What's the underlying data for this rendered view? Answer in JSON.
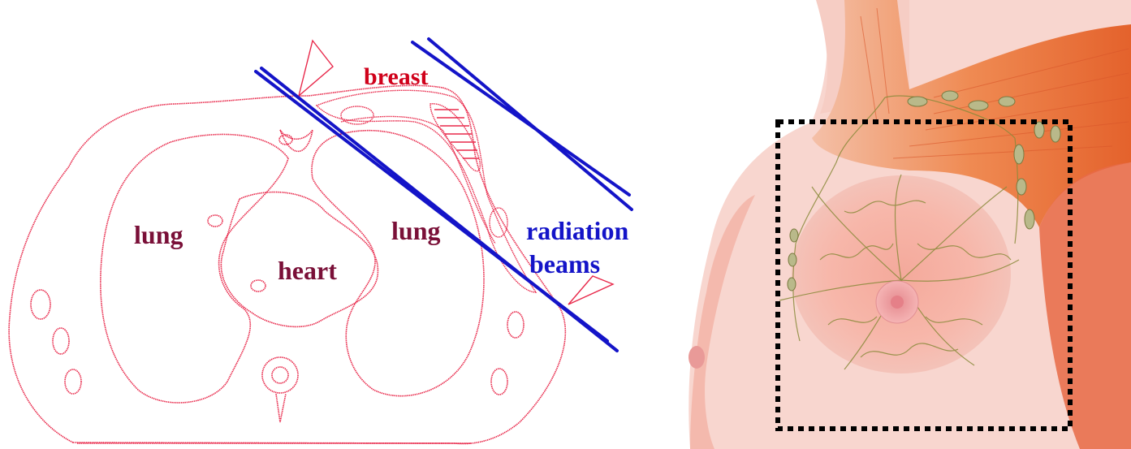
{
  "diagram": {
    "labels": {
      "breast": "breast",
      "lung_left": "lung",
      "lung_right": "lung",
      "heart": "heart",
      "radiation": "radiation",
      "beams": "beams"
    },
    "colors": {
      "outline": "#e8284a",
      "organ_text": "#7a1038",
      "breast_text": "#d0021b",
      "beam": "#1414c8",
      "skin": "#f6c7bf",
      "muscle": "#ee7a45",
      "lymph": "#8a8a3a",
      "dotted_box": "#000000"
    }
  }
}
